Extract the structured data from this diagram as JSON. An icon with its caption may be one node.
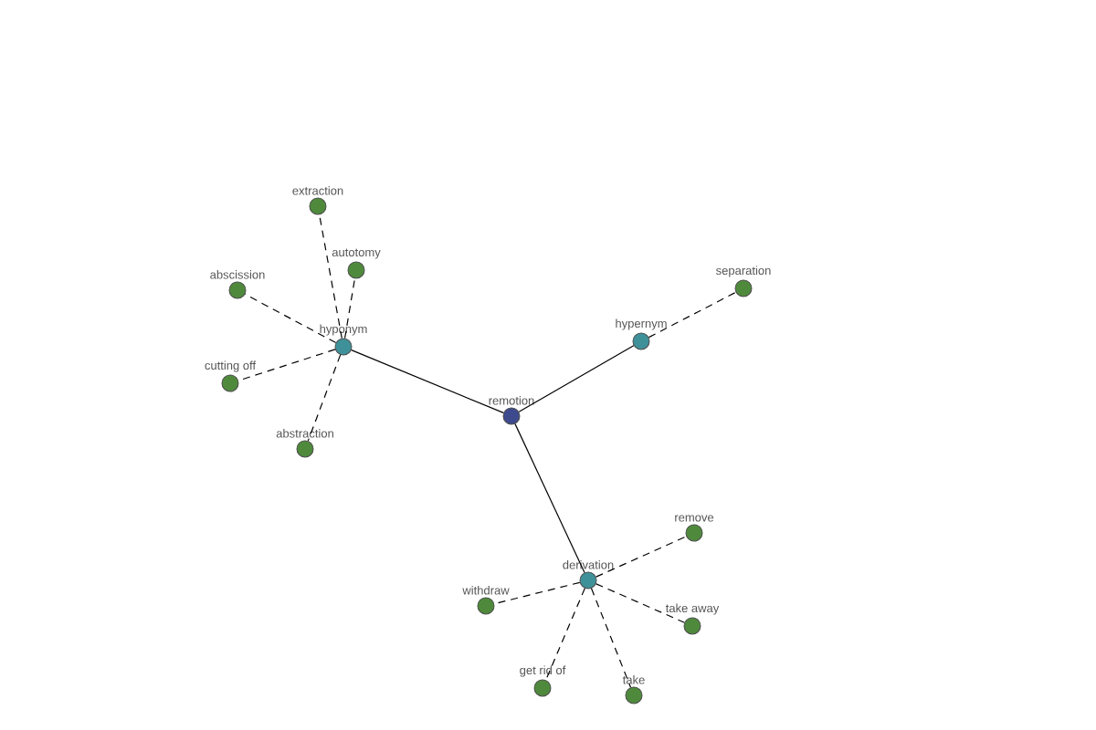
{
  "diagram": {
    "nodes": [
      {
        "text": [
          "remotion"
        ]
      },
      {
        "text": [
          "hyponym"
        ]
      },
      {
        "text": [
          "hypernym"
        ]
      },
      {
        "text": [
          "derivation"
        ]
      },
      {
        "text": [
          "extraction"
        ]
      },
      {
        "text": [
          "autotomy"
        ]
      },
      {
        "text": [
          "abscission"
        ]
      },
      {
        "text": [
          "cutting off"
        ]
      },
      {
        "text": [
          "abstraction"
        ]
      },
      {
        "text": [
          "separation"
        ]
      },
      {
        "text": [
          "remove"
        ]
      },
      {
        "text": [
          "withdraw"
        ]
      },
      {
        "text": [
          "take away"
        ]
      },
      {
        "text": [
          "get rid of"
        ]
      },
      {
        "text": [
          "take"
        ]
      }
    ],
    "edges": [
      {
        "from": 0,
        "to": 1,
        "arrow": "none"
      },
      {
        "from": 0,
        "to": 2,
        "arrow": "none"
      },
      {
        "from": 0,
        "to": 3,
        "arrow": "none"
      },
      {
        "from": 1,
        "to": 4,
        "arrow": "none",
        "style": "dashed"
      },
      {
        "from": 1,
        "to": 5,
        "arrow": "none",
        "style": "dashed"
      },
      {
        "from": 1,
        "to": 6,
        "arrow": "none",
        "style": "dashed"
      },
      {
        "from": 1,
        "to": 7,
        "arrow": "none",
        "style": "dashed"
      },
      {
        "from": 1,
        "to": 8,
        "arrow": "none",
        "style": "dashed"
      },
      {
        "from": 2,
        "to": 9,
        "arrow": "none",
        "style": "dashed"
      },
      {
        "from": 3,
        "to": 10,
        "arrow": "none",
        "style": "dashed"
      },
      {
        "from": 3,
        "to": 11,
        "arrow": "none",
        "style": "dashed"
      },
      {
        "from": 3,
        "to": 12,
        "arrow": "none",
        "style": "dashed"
      },
      {
        "from": 3,
        "to": 13,
        "arrow": "none",
        "style": "dashed"
      },
      {
        "from": 3,
        "to": 14,
        "arrow": "none",
        "style": "dashed"
      }
    ]
  }
}
